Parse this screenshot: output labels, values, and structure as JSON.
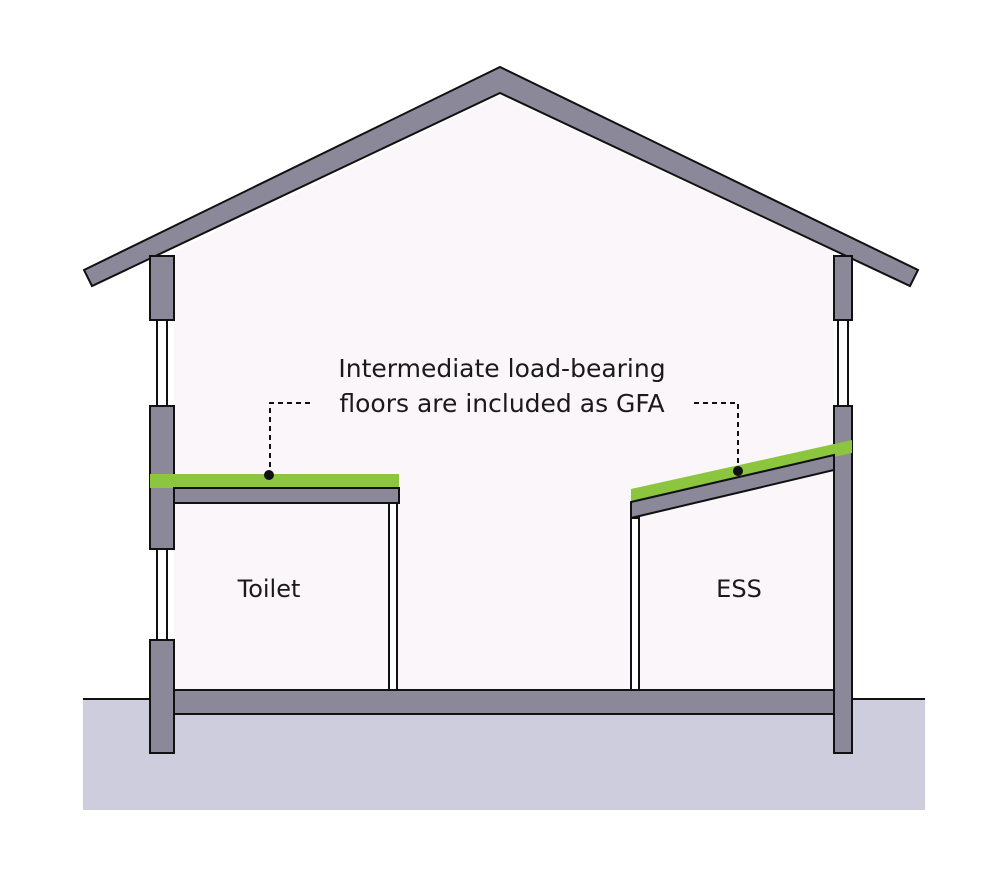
{
  "callout": {
    "line1": "Intermediate load-bearing",
    "line2": "floors are included as GFA"
  },
  "rooms": {
    "left": "Toilet",
    "right": "ESS"
  },
  "colors": {
    "wall": "#8a8899",
    "ground": "#cdcddd",
    "interior": "#faf6f9",
    "outline": "#111111",
    "highlight_floor": "#8cc63f"
  }
}
